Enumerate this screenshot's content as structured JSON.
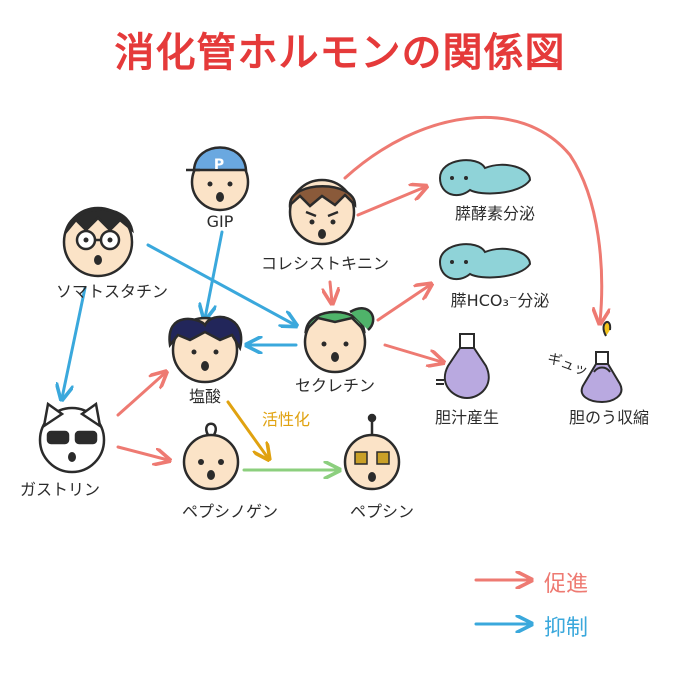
{
  "title": "消化管ホルモンの関係図",
  "nodes": {
    "gip": "GIP",
    "gip_cap": "P",
    "cck": "コレシストキニン",
    "somatostatin": "ソマトスタチン",
    "hcl": "塩酸",
    "secretin": "セクレチン",
    "gastrin": "ガストリン",
    "pepsinogen": "ペプシノゲン",
    "pepsin": "ペプシン",
    "pancreatic_enzyme": "膵酵素分泌",
    "pancreatic_hco3": "膵HCO₃⁻分泌",
    "bile_production": "胆汁産生",
    "gb_contraction": "胆のう収縮",
    "squeeze_sfx": "ギュッ"
  },
  "annotations": {
    "activation": "活性化"
  },
  "legend": {
    "promote": "促進",
    "inhibit": "抑制"
  },
  "colors": {
    "title": "#e53a3a",
    "promote": "#ee7a72",
    "inhibit": "#3aa8dc",
    "activation": "#e0a210",
    "activation_arrow": "#8ccf7e",
    "secretin_hat": "#4fb36a",
    "gip_cap": "#6aa8e0",
    "cck_hair": "#8a5a3a",
    "cloud": "#8fd3d8",
    "flask": "#b9a9e0",
    "gold": "#f2c21a"
  }
}
